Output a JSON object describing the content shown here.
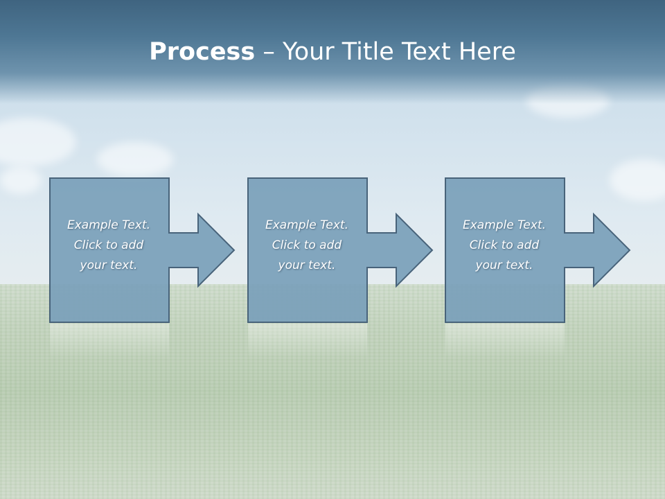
{
  "slide": {
    "title_bold": "Process",
    "title_rest": " – Your Title Text Here"
  },
  "steps": [
    {
      "line1": "Example Text.",
      "line2": "Click  to add",
      "line3": "your text."
    },
    {
      "line1": "Example Text.",
      "line2": "Click  to add",
      "line3": "your text."
    },
    {
      "line1": "Example Text.",
      "line2": "Click  to add",
      "line3": "your text."
    }
  ],
  "colors": {
    "box_fill": "#7a9fba",
    "box_stroke": "#48637a"
  }
}
